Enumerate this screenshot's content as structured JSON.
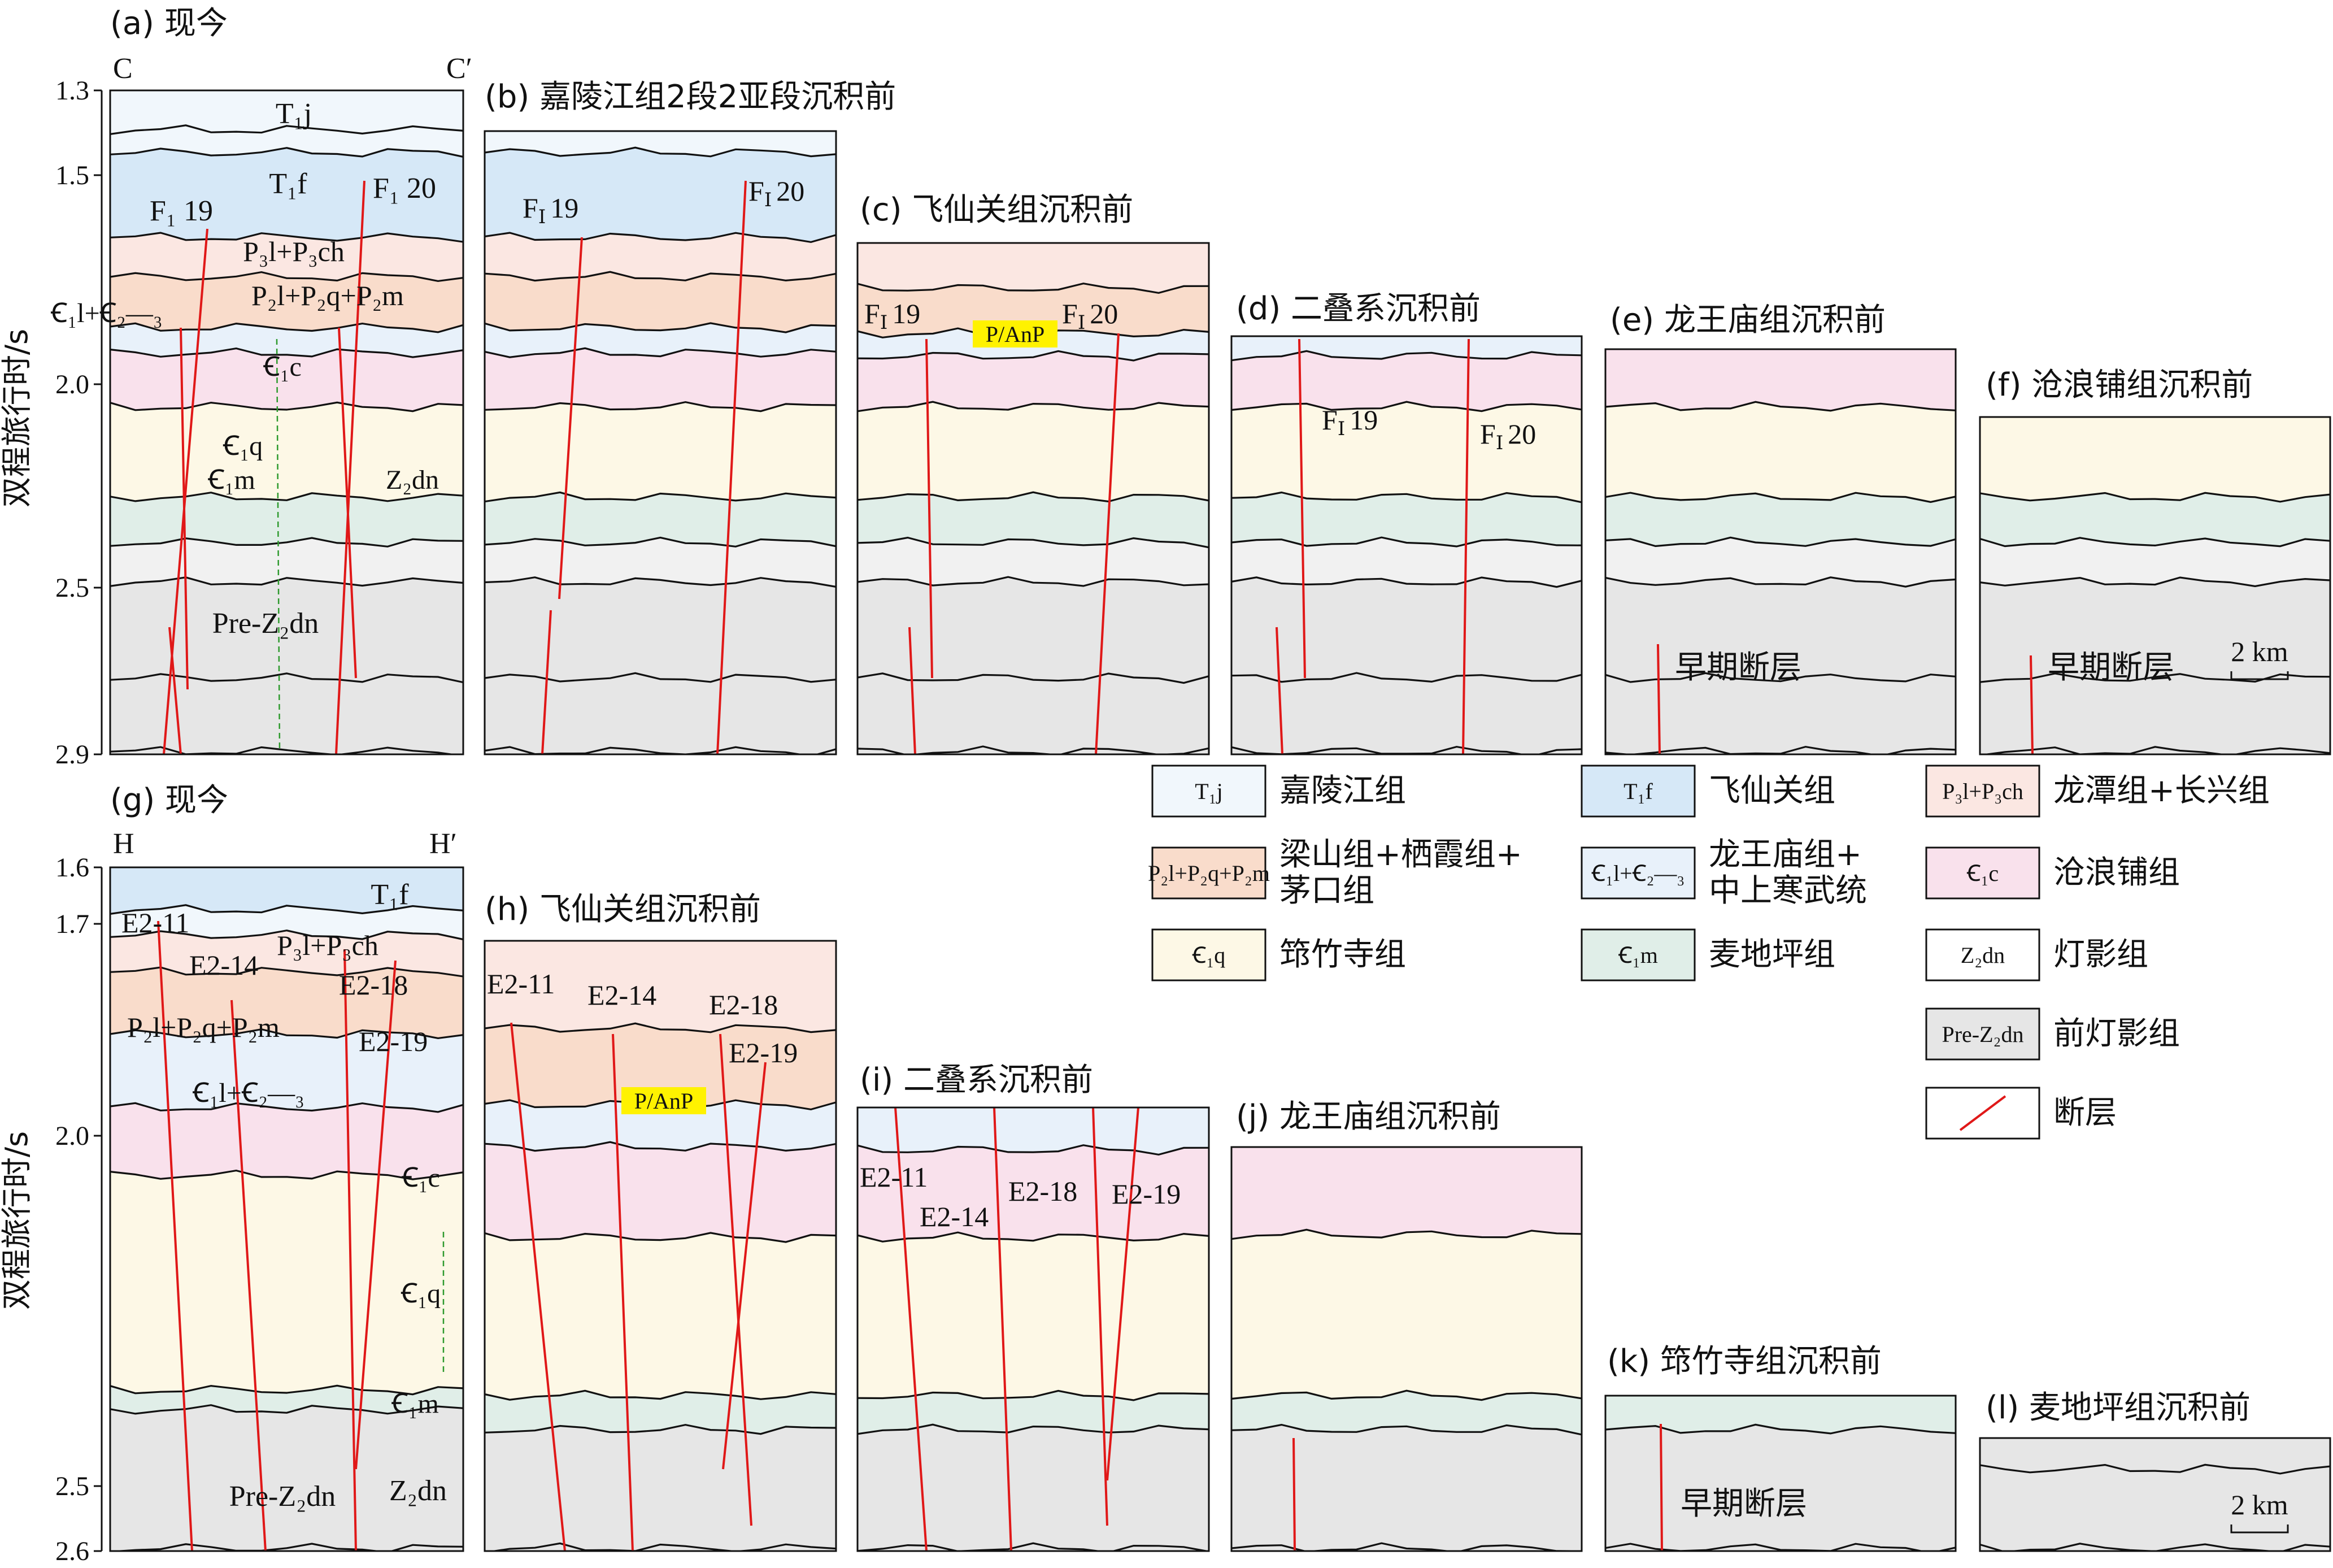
{
  "colors": {
    "T1j": "#f1f7fc",
    "T1f": "#d6e8f7",
    "P3": "#fbe7e2",
    "P2": "#f9dccb",
    "E2": "#e8f1fa",
    "E1c": "#f9e1ec",
    "E1q": "#fdf8e6",
    "E1m": "#e0eee8",
    "Z2dn": "#f1f1f1",
    "preZ": "#e6e6e6",
    "fault": "#e01818",
    "tag": "#fff200"
  },
  "top": {
    "time_ticks": [
      "1.3",
      "1.5",
      "2.0",
      "2.5",
      "2.9"
    ],
    "y_axis_label": "双程旅行时/s",
    "panel_a": {
      "title": "(a) 现今",
      "end_left": "C",
      "end_right": "C′",
      "labels": [
        "T₁j",
        "T₁f",
        "F₁ 19",
        "F₁ 20",
        "P₃l+P₃ch",
        "P₂l+P₂q+P₂m",
        "Ꞓ₁l+Ꞓ₂—₃",
        "Ꞓ₁c",
        "Ꞓ₁q",
        "Ꞓ₁m",
        "Z₂dn",
        "Pre-Z₂dn"
      ]
    },
    "panel_b": {
      "title": "(b) 嘉陵江组2段2亚段沉积前",
      "labels": [
        "F₁ 19",
        "F₁ 20"
      ]
    },
    "panel_c": {
      "title": "(c) 飞仙关组沉积前",
      "labels": [
        "F₁ 19",
        "F₁ 20"
      ],
      "tag": "P/AnP"
    },
    "panel_d": {
      "title": "(d) 二叠系沉积前",
      "labels": [
        "F₁ 19",
        "F₁ 20"
      ]
    },
    "panel_e": {
      "title": "(e) 龙王庙组沉积前",
      "labels": [
        "早期断层"
      ]
    },
    "panel_f": {
      "title": "(f) 沧浪铺组沉积前",
      "labels": [
        "早期断层"
      ],
      "scale": "2 km"
    }
  },
  "bottom": {
    "time_ticks": [
      "1.6",
      "1.7",
      "2.0",
      "2.5",
      "2.6"
    ],
    "y_axis_label": "双程旅行时/s",
    "panel_g": {
      "title": "(g) 现今",
      "end_left": "H",
      "end_right": "H′",
      "labels": [
        "T₁f",
        "E2-11",
        "E2-14",
        "P₃l+P₃ch",
        "E2-18",
        "P₂l+P₂q+P₂m",
        "E2-19",
        "Ꞓ₁l+Ꞓ₂—₃",
        "Ꞓ₁c",
        "Ꞓ₁q",
        "Ꞓ₁m",
        "Pre-Z₂dn",
        "Z₂dn"
      ]
    },
    "panel_h": {
      "title": "(h) 飞仙关组沉积前",
      "labels": [
        "E2-11",
        "E2-14",
        "E2-18",
        "E2-19"
      ],
      "tag": "P/AnP"
    },
    "panel_i": {
      "title": "(i) 二叠系沉积前",
      "labels": [
        "E2-11",
        "E2-14",
        "E2-18",
        "E2-19"
      ]
    },
    "panel_j": {
      "title": "(j) 龙王庙组沉积前"
    },
    "panel_k": {
      "title": "(k) 筇竹寺组沉积前",
      "labels": [
        "早期断层"
      ]
    },
    "panel_l": {
      "title": "(l) 麦地坪组沉积前",
      "scale": "2 km"
    }
  },
  "legend": [
    {
      "code": "T₁j",
      "name": "嘉陵江组",
      "color": "#f1f7fc"
    },
    {
      "code": "T₁f",
      "name": "飞仙关组",
      "color": "#d6e8f7"
    },
    {
      "code": "P₃l+P₃ch",
      "name": "龙潭组+长兴组",
      "color": "#fbe7e2"
    },
    {
      "code": "P₂l+P₂q+P₂m",
      "name": "梁山组+栖霞组+\n茅口组",
      "color": "#f9dccb"
    },
    {
      "code": "Ꞓ₁l+Ꞓ₂—₃",
      "name": "龙王庙组+\n中上寒武统",
      "color": "#e8f1fa"
    },
    {
      "code": "Ꞓ₁c",
      "name": "沧浪铺组",
      "color": "#f9e1ec"
    },
    {
      "code": "Ꞓ₁q",
      "name": "筇竹寺组",
      "color": "#fdf8e6"
    },
    {
      "code": "Ꞓ₁m",
      "name": "麦地坪组",
      "color": "#e0eee8"
    },
    {
      "code": "Z₂dn",
      "name": "灯影组",
      "color": "#ffffff"
    },
    {
      "code": "Pre-Z₂dn",
      "name": "前灯影组",
      "color": "#e6e6e6"
    },
    {
      "code": "",
      "name": "断层",
      "color": "#ffffff"
    }
  ]
}
